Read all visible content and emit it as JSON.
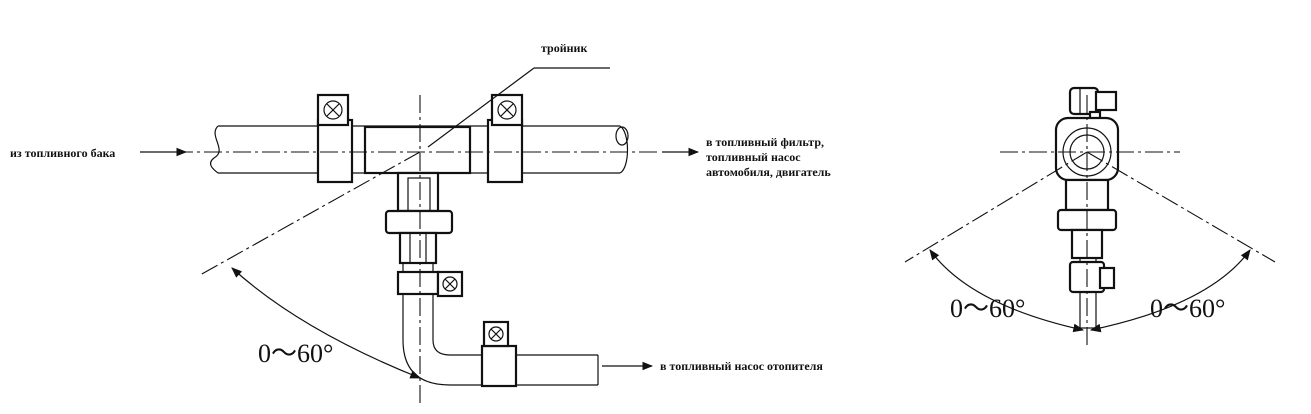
{
  "labels": {
    "tee": "тройник",
    "from_tank": "из топливного бака",
    "to_filter_1": "в топливный фильтр,",
    "to_filter_2": "топливный насос",
    "to_filter_3": "автомобиля, двигатель",
    "to_heater": "в топливный насос отопителя",
    "angle_left": "0～60°",
    "angle_right_a": "0～60°",
    "angle_right_b": "0～60°"
  }
}
